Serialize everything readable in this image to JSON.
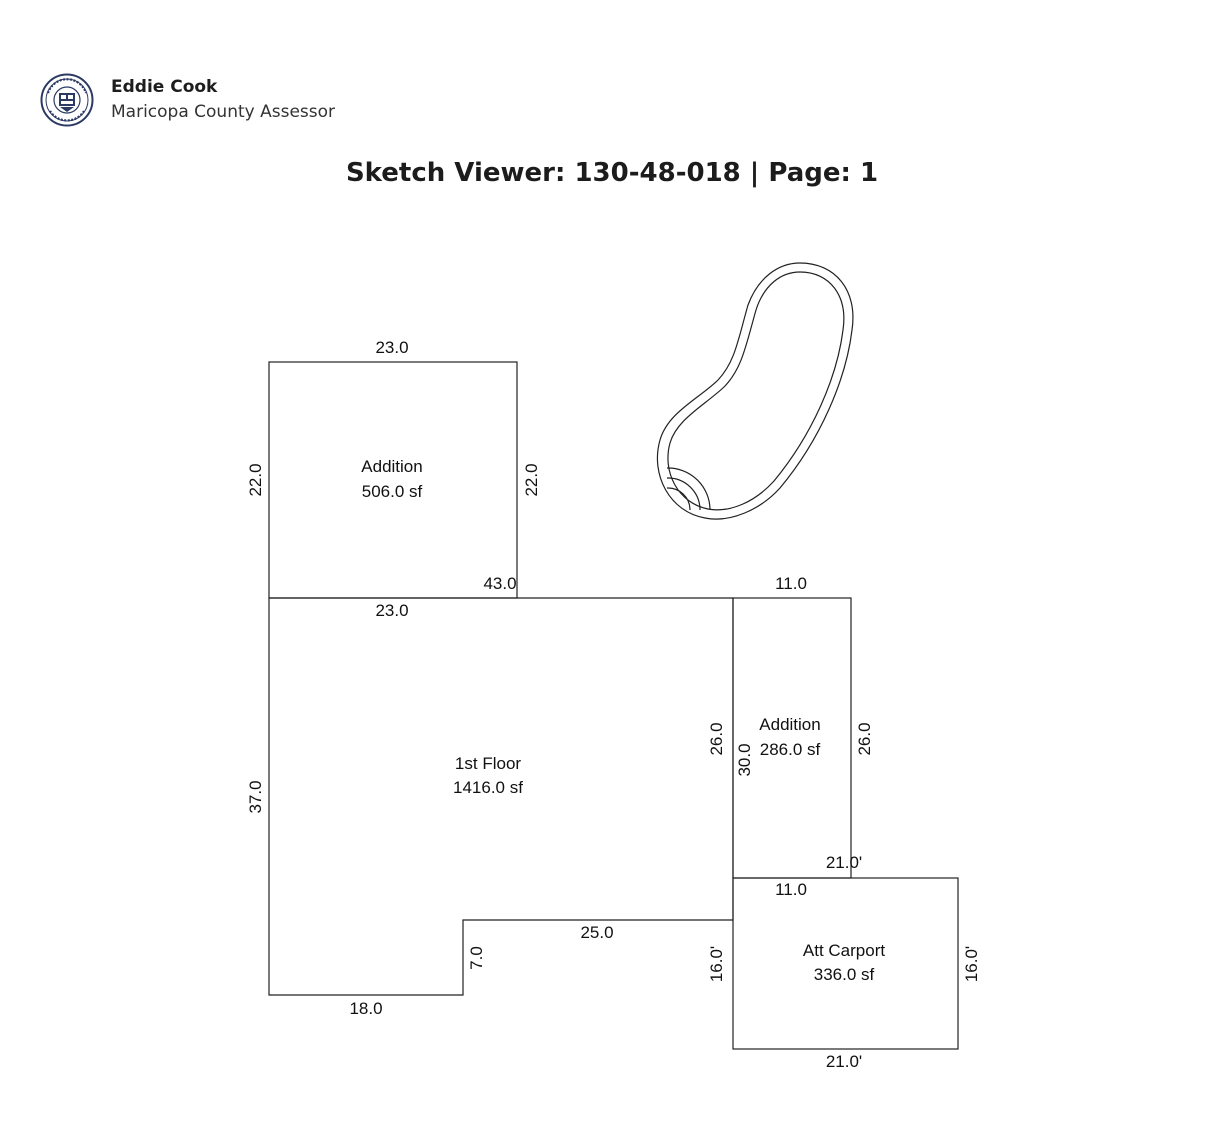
{
  "header": {
    "name": "Eddie Cook",
    "org": "Maricopa County Assessor",
    "seal_text": "MARICOPA COUNTY"
  },
  "title": "Sketch Viewer: 130-48-018 | Page: 1",
  "sketch": {
    "rooms": [
      {
        "label": "Addition",
        "area": "506.0 sf"
      },
      {
        "label": "1st Floor",
        "area": "1416.0 sf"
      },
      {
        "label": "Addition",
        "area": "286.0 sf"
      },
      {
        "label": "Att Carport",
        "area": "336.0 sf"
      }
    ],
    "dimensions": {
      "addition1_top": "23.0",
      "addition1_left": "22.0",
      "addition1_right": "22.0",
      "floor_top_43": "43.0",
      "floor_top_23": "23.0",
      "addition2_top": "11.0",
      "floor_left": "37.0",
      "addition2_left_26": "26.0",
      "addition2_inner_30": "30.0",
      "addition2_right": "26.0",
      "carport_top_21": "21.0'",
      "addition2_bottom": "11.0",
      "floor_step_25": "25.0",
      "floor_step_7": "7.0",
      "floor_bottom": "18.0",
      "carport_left": "16.0'",
      "carport_right": "16.0'",
      "carport_bottom": "21.0'"
    }
  }
}
